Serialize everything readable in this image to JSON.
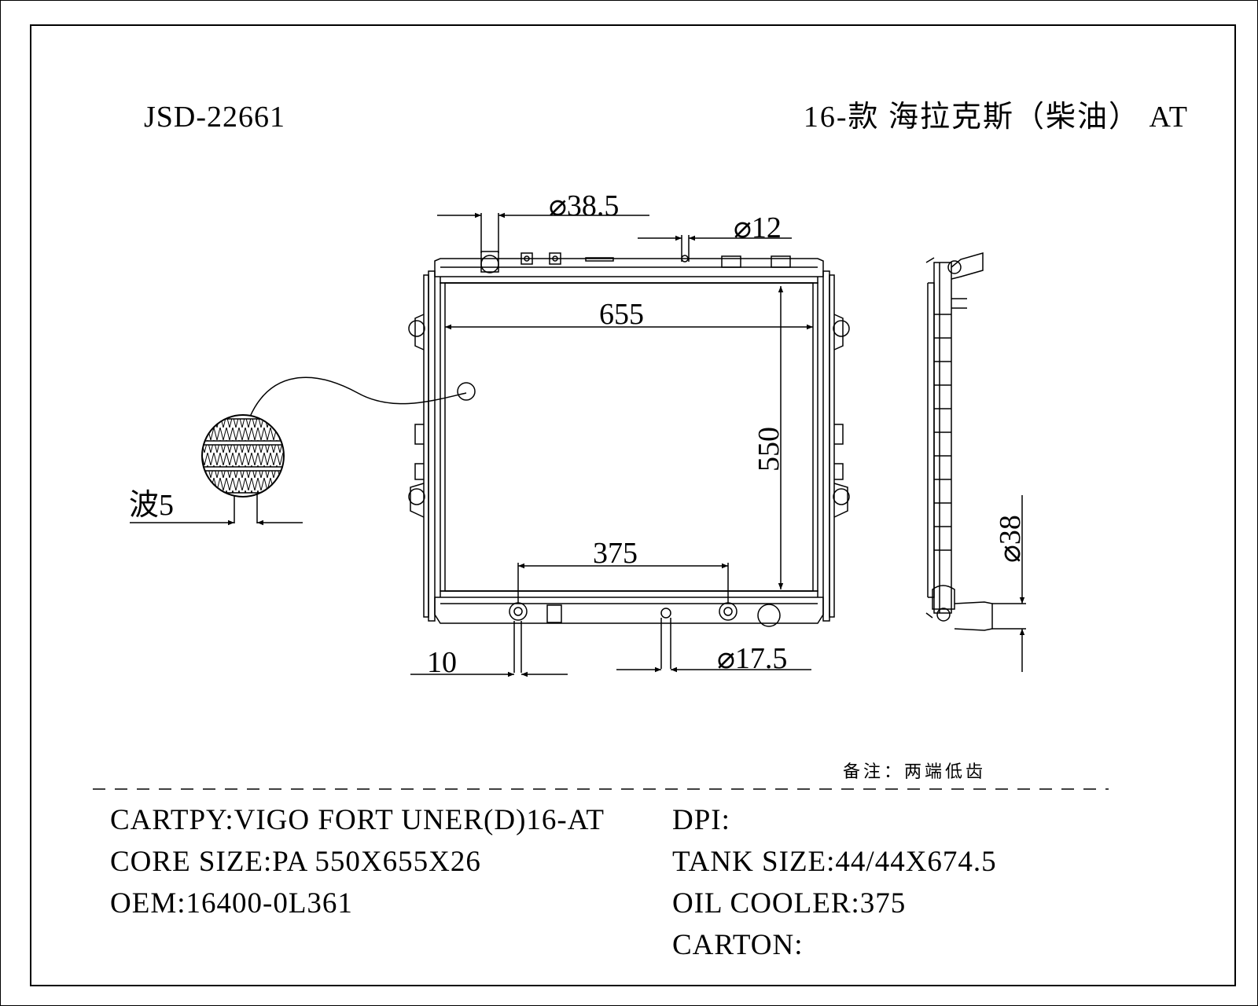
{
  "header": {
    "part_number": "JSD-22661",
    "model_title": "16-款 海拉克斯（柴油） AT"
  },
  "dimensions": {
    "inlet_diameter": "⌀38.5",
    "cap_diameter": "⌀12",
    "core_width": "655",
    "core_height": "550",
    "oil_cooler_pitch": "375",
    "fin_wave": "波5",
    "pipe_offset": "10",
    "drain_diameter": "⌀17.5",
    "outlet_diameter": "⌀38"
  },
  "note": "备注：两端低齿",
  "specs": {
    "left": [
      "CARTPY:VIGO FORT UNER(D)16-AT",
      "CORE SIZE:PA 550X655X26",
      "OEM:16400-0L361"
    ],
    "right": [
      "DPI:",
      "TANK SIZE:44/44X674.5",
      "OIL COOLER:375",
      "CARTON:"
    ]
  }
}
